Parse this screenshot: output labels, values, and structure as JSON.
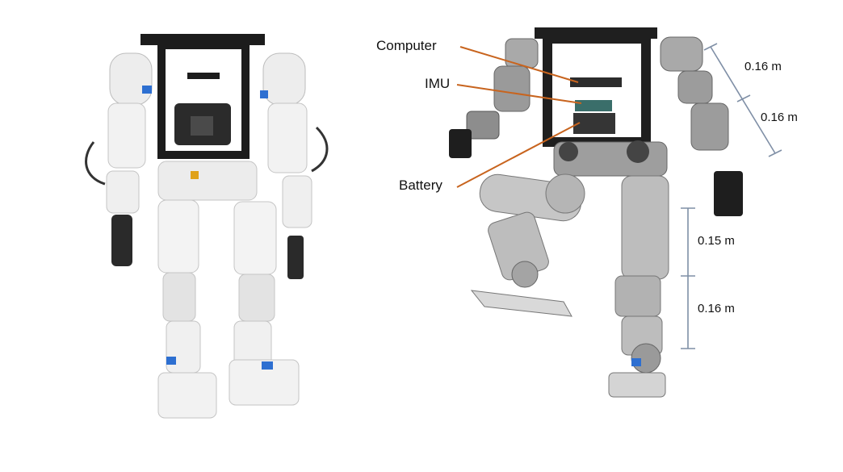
{
  "callouts": {
    "computer": "Computer",
    "imu": "IMU",
    "battery": "Battery"
  },
  "dimensions": {
    "arm_upper": "0.16 m",
    "arm_lower": "0.16 m",
    "leg_upper": "0.15 m",
    "leg_lower": "0.16 m"
  },
  "colors": {
    "callout_line": "#c8641e",
    "dimension_line": "#7f8fa6"
  }
}
